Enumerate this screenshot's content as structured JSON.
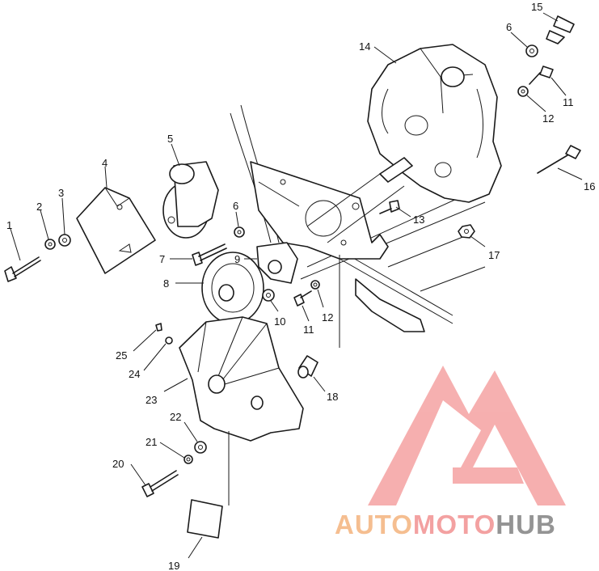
{
  "callouts": [
    "1",
    "2",
    "3",
    "4",
    "5",
    "6",
    "7",
    "8",
    "9",
    "10",
    "11",
    "12",
    "13",
    "14",
    "15",
    "6",
    "11",
    "12",
    "16",
    "17",
    "18",
    "19",
    "20",
    "21",
    "22",
    "23",
    "24",
    "25"
  ],
  "watermark": {
    "part1": "AUTO",
    "part2": "MOTO",
    "part3": "HUB",
    "colors": {
      "auto": "#f5b987",
      "moto": "#f39a9a",
      "hub": "#8c8c8c",
      "logo": "#f07a7a"
    }
  }
}
